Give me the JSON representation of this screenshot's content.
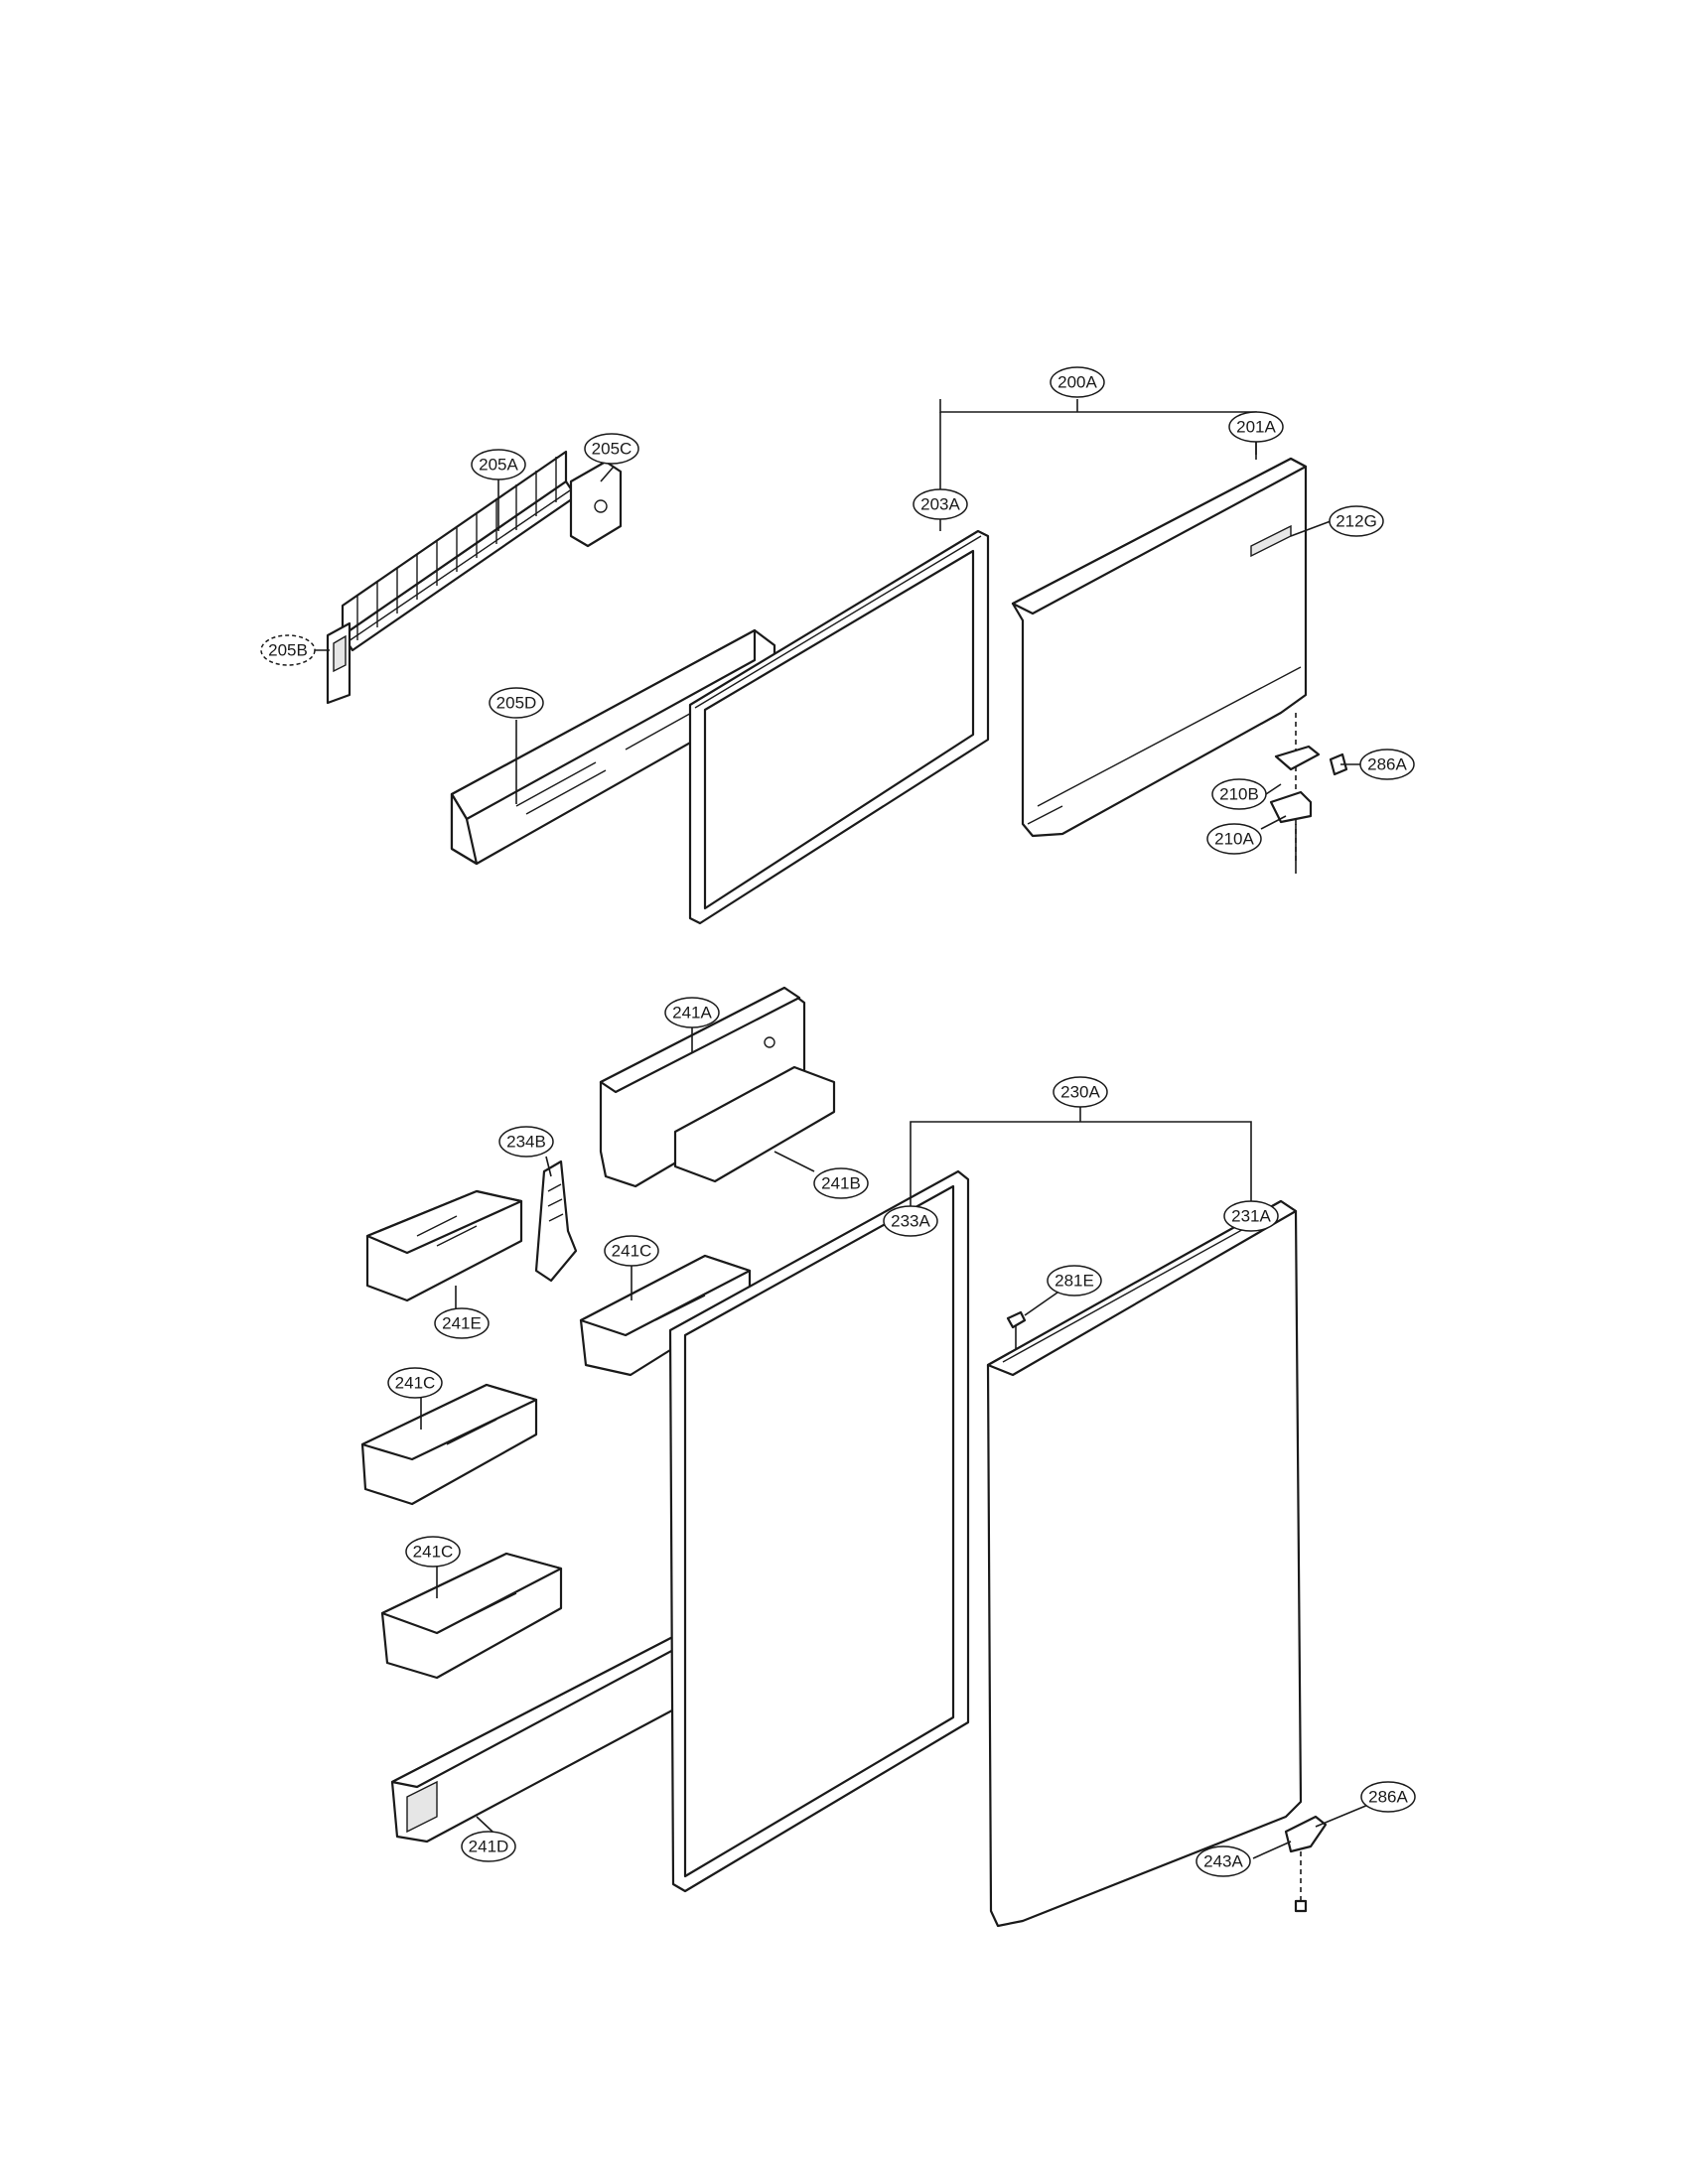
{
  "callouts": {
    "c200A": "200A",
    "c201A": "201A",
    "c203A": "203A",
    "c205A": "205A",
    "c205B": "205B",
    "c205C": "205C",
    "c205D": "205D",
    "c210A": "210A",
    "c210B": "210B",
    "c212G": "212G",
    "c286A_top": "286A",
    "c230A": "230A",
    "c231A": "231A",
    "c233A": "233A",
    "c234B": "234B",
    "c241A": "241A",
    "c241B": "241B",
    "c241C_1": "241C",
    "c241C_2": "241C",
    "c241C_3": "241C",
    "c241D": "241D",
    "c241E": "241E",
    "c243A": "243A",
    "c281E": "281E",
    "c286A_bottom": "286A"
  },
  "colors": {
    "line": "#1a1a1a",
    "background": "#ffffff"
  }
}
